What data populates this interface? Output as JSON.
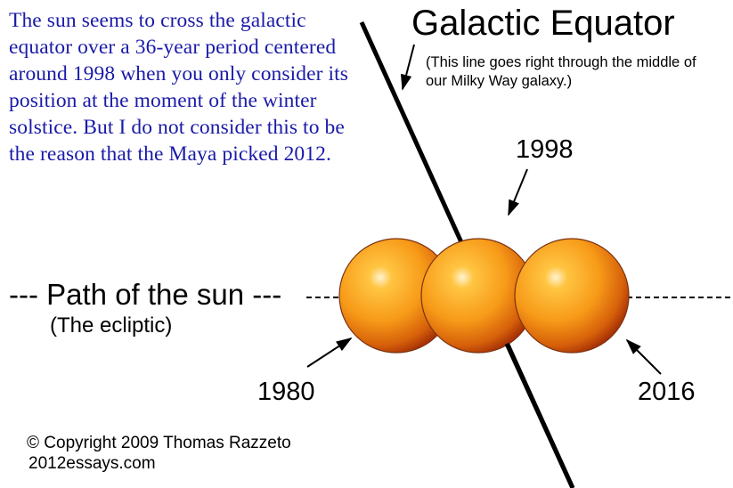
{
  "description_text": "The sun seems to cross the galactic equator over a 36-year period centered around 1998 when you only consider its position at the moment of the winter solstice. But I do not consider this to be the reason that the Maya picked 2012.",
  "galactic_equator": {
    "title": "Galactic Equator",
    "note": "(This line goes right  through the middle of our Milky Way galaxy.)"
  },
  "ecliptic": {
    "title": "--- Path of the sun ---",
    "subtitle": "(The ecliptic)"
  },
  "years": {
    "left": "1980",
    "center": "1998",
    "right": "2016"
  },
  "copyright": {
    "line1": "© Copyright 2009 Thomas Razzeto",
    "line2": "2012essays.com"
  },
  "colors": {
    "body_text": "#1a1aa8",
    "sun_highlight": "#fff3d2",
    "sun_mid": "#f79a18",
    "sun_edge": "#a83206",
    "line": "#000000"
  }
}
